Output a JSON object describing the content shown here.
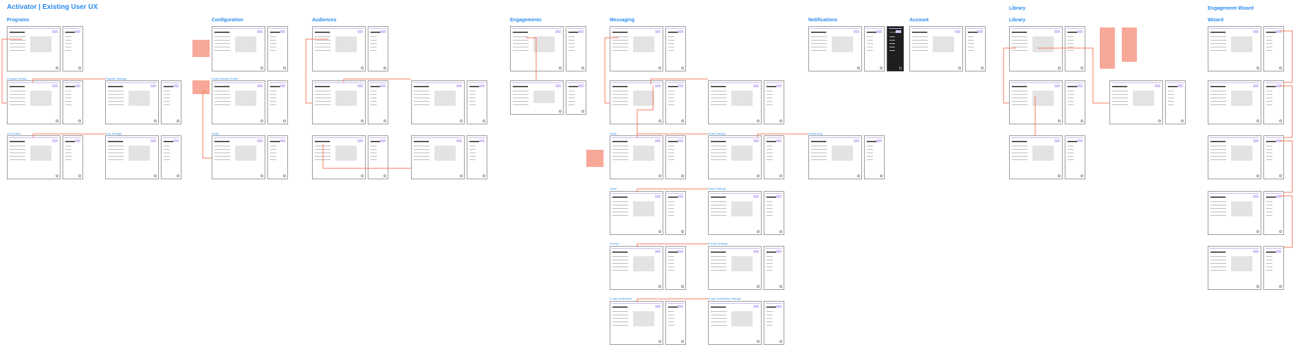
{
  "title": "Activator | Existing User UX",
  "sections": {
    "programs": "Programs",
    "configuration": "Configuration",
    "audiences": "Audiences",
    "engagements": "Engagements",
    "messaging": "Messaging",
    "notifications": "Notifications",
    "account": "Account",
    "library_group": "Library",
    "library": "Library",
    "wizard_group": "Engagement Wizard",
    "wizard": "Wizard"
  },
  "subsections": {
    "program_details": "Program Details",
    "program_settings": "Program Settings",
    "crop_editor": "Crop Editor",
    "crop_settings": "Crop Settings",
    "email_delivery_profile": "Email Delivery Profile",
    "config_email": "Email",
    "msg_email": "Email",
    "email_settings": "Email Settings",
    "scheduling": "Scheduling",
    "panel": "Panel",
    "panel_settings": "Panel Settings",
    "prompt": "Prompt",
    "prompt_settings": "Prompt Settings",
    "inapp": "In-app Notification",
    "inapp_settings": "In-app Notification Settings"
  },
  "colors": {
    "accent": "#2a8cf0",
    "connector": "#f4775a",
    "sticky": "#f8a898",
    "button": "#d9c8fb"
  }
}
